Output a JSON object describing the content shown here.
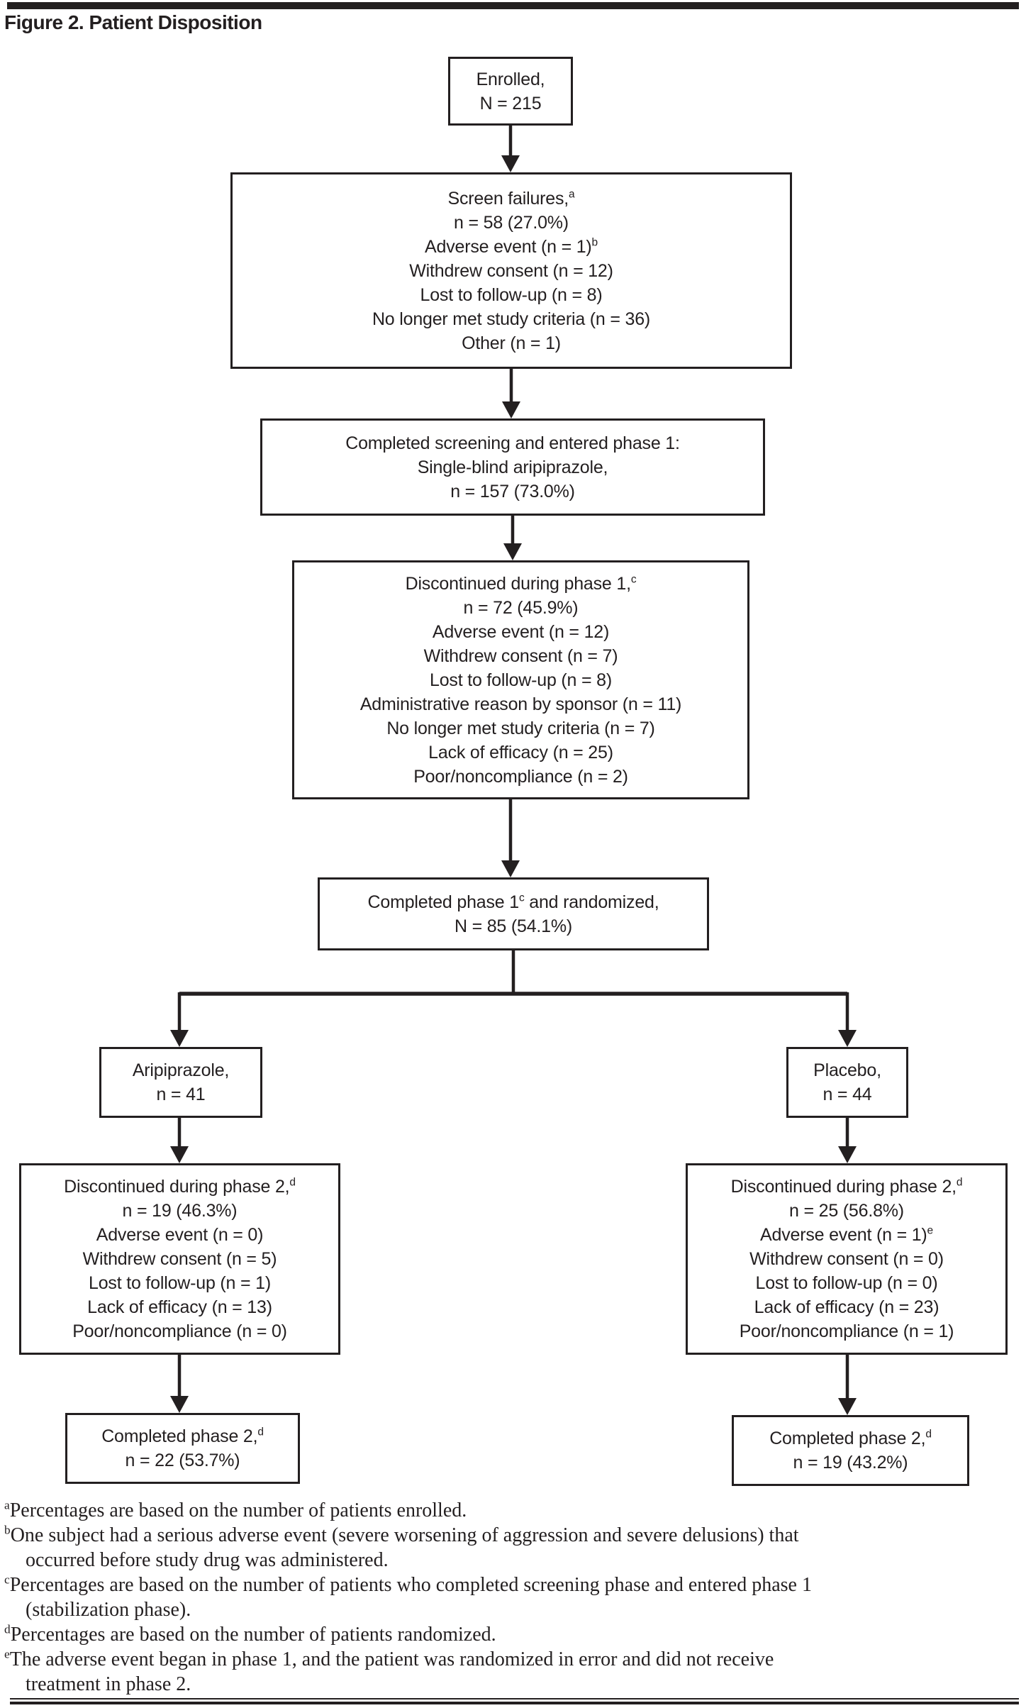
{
  "title": "Figure 2. Patient Disposition",
  "colors": {
    "ink": "#231f20",
    "background": "#ffffff"
  },
  "boxes": {
    "enrolled": [
      "Enrolled,",
      "N = 215"
    ],
    "screen_failures": [
      "Screen failures,^a",
      "n = 58 (27.0%)",
      "Adverse event (n = 1)^b",
      "Withdrew consent (n = 12)",
      "Lost to follow-up (n = 8)",
      "No longer met study criteria (n = 36)",
      "Other (n = 1)"
    ],
    "completed_screening": [
      "Completed screening and entered phase 1:",
      "Single-blind aripiprazole,",
      "n = 157 (73.0%)"
    ],
    "discontinued_phase1": [
      "Discontinued during phase 1,^c",
      "n = 72 (45.9%)",
      "Adverse event (n = 12)",
      "Withdrew consent (n = 7)",
      "Lost to follow-up (n = 8)",
      "Administrative reason by sponsor (n = 11)",
      "No longer met study criteria (n = 7)",
      "Lack of efficacy (n = 25)",
      "Poor/noncompliance (n = 2)"
    ],
    "randomized": [
      "Completed phase 1^c and randomized,",
      "N = 85 (54.1%)"
    ],
    "aripiprazole": [
      "Aripiprazole,",
      "n = 41"
    ],
    "placebo": [
      "Placebo,",
      "n = 44"
    ],
    "discontinued_phase2_aripiprazole": [
      "Discontinued during phase 2,^d",
      "n = 19 (46.3%)",
      "Adverse event (n = 0)",
      "Withdrew consent (n = 5)",
      "Lost to follow-up (n = 1)",
      "Lack of efficacy (n = 13)",
      "Poor/noncompliance (n = 0)"
    ],
    "discontinued_phase2_placebo": [
      "Discontinued during phase 2,^d",
      "n = 25 (56.8%)",
      "Adverse event (n = 1)^e",
      "Withdrew consent (n = 0)",
      "Lost to follow-up (n = 0)",
      "Lack of efficacy (n = 23)",
      "Poor/noncompliance (n = 1)"
    ],
    "completed_phase2_aripiprazole": [
      "Completed phase 2,^d",
      "n = 22 (53.7%)"
    ],
    "completed_phase2_placebo": [
      "Completed phase 2,^d",
      "n = 19 (43.2%)"
    ]
  },
  "footnotes": [
    {
      "marker": "a",
      "text": "Percentages are based on the number of patients enrolled."
    },
    {
      "marker": "b",
      "text": "One subject had a serious adverse event (severe worsening of aggression and severe delusions) that\noccurred before study drug was administered."
    },
    {
      "marker": "c",
      "text": "Percentages are based on the number of patients who completed screening phase and entered phase 1\n(stabilization phase)."
    },
    {
      "marker": "d",
      "text": "Percentages are based on the number of patients randomized."
    },
    {
      "marker": "e",
      "text": "The adverse event began in phase 1, and the patient was randomized in error and did not receive\ntreatment in phase 2."
    }
  ]
}
